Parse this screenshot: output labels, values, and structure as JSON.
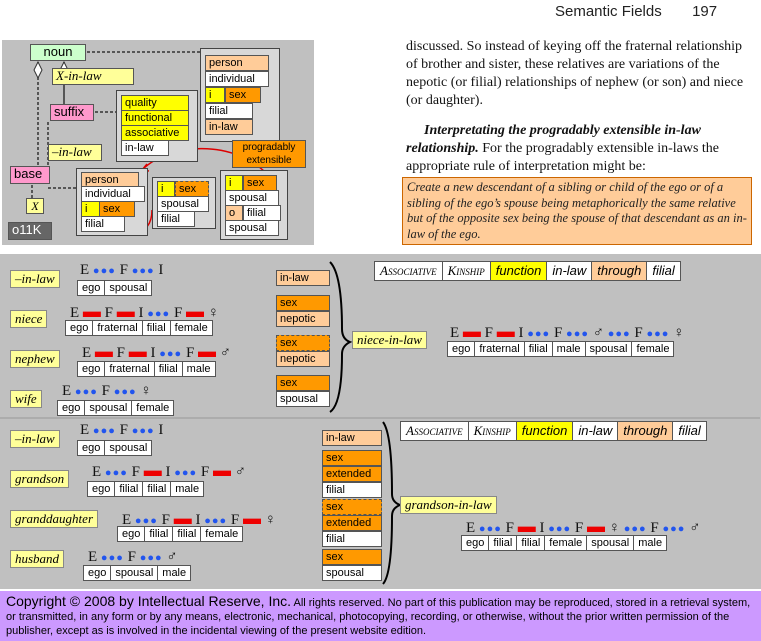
{
  "header": {
    "title": "Semantic Fields",
    "page": "197"
  },
  "diagram": {
    "noun": "noun",
    "x_in_law": "X-in-law",
    "suffix": "suffix",
    "in_law_tag": "–in-law",
    "base": "base",
    "x": "X",
    "code": "o11K",
    "person_box": [
      "person",
      "individual",
      "i",
      "sex",
      "filial",
      "in-law"
    ],
    "quality_box": [
      "quality",
      "functional",
      "associative",
      "in-law"
    ],
    "base_box": [
      "person",
      "individual",
      "i",
      "sex",
      "filial"
    ],
    "prog_label": "progradably extensible",
    "mid_box": [
      "i",
      "sex",
      "spousal",
      "filial"
    ],
    "right_box": [
      "i",
      "sex",
      "spousal",
      "o",
      "filial",
      "spousal"
    ]
  },
  "text": {
    "para1": "discussed.  So instead of keying off the fraternal relationship of brother and sister, these relatives are variations of the nepotic (or filial) relationships of nephew (or son) and niece (or daughter).",
    "heading": "Interpretating the progradably extensible in-law relationship.",
    "para2": "For the progradably extensible in-laws the appropriate rule of interpretation might be:",
    "rule": "Create a new descendant of a sibling or child of the ego or of a sibling of the ego’s spouse being metaphorically the same relative but of the opposite sex being the spouse of that descendant as an in-law of the ego."
  },
  "section1": {
    "rows": [
      {
        "tag": "–in-law",
        "formula": "E ●●● F ●●● I",
        "cells": [
          "ego",
          "spousal"
        ],
        "labels": [
          "in-law"
        ]
      },
      {
        "tag": "niece",
        "formula": "E ▬ F ▬ I ●●● F ▬ ♀",
        "cells": [
          "ego",
          "fraternal",
          "filial",
          "female"
        ],
        "labels": [
          "sex",
          "nepotic"
        ]
      },
      {
        "tag": "nephew",
        "formula": "E ▬ F ▬ I ●●● F ▬ ♂",
        "cells": [
          "ego",
          "fraternal",
          "filial",
          "male"
        ],
        "labels": [
          "sex",
          "nepotic"
        ]
      },
      {
        "tag": "wife",
        "formula": "E ●●● F ●●● ♀",
        "cells": [
          "ego",
          "spousal",
          "female"
        ],
        "labels": [
          "sex",
          "spousal"
        ]
      }
    ],
    "result_tag": "niece-in-law",
    "result_formula": "E ▬ F ▬ I ●●● F ●●● ♂ ●●● F ●●● ♀",
    "result_cells": [
      "ego",
      "fraternal",
      "filial",
      "male",
      "spousal",
      "female"
    ],
    "header": [
      "Associative",
      "Kinship",
      "function",
      "in-law",
      "through",
      "filial"
    ]
  },
  "section2": {
    "rows": [
      {
        "tag": "–in-law",
        "formula": "E ●●● F ●●● I",
        "cells": [
          "ego",
          "spousal"
        ],
        "labels": [
          "in-law"
        ]
      },
      {
        "tag": "grandson",
        "formula": "E ●●● F ▬ I ●●● F ▬ ♂",
        "cells": [
          "ego",
          "filial",
          "filial",
          "male"
        ],
        "labels": [
          "sex",
          "extended",
          "filial"
        ]
      },
      {
        "tag": "granddaughter",
        "formula": "E ●●● F ▬ I ●●● F ▬ ♀",
        "cells": [
          "ego",
          "filial",
          "filial",
          "female"
        ],
        "labels": [
          "sex",
          "extended",
          "filial"
        ]
      },
      {
        "tag": "husband",
        "formula": "E ●●● F ●●● ♂",
        "cells": [
          "ego",
          "spousal",
          "male"
        ],
        "labels": [
          "sex",
          "spousal"
        ]
      }
    ],
    "result_tag": "grandson-in-law",
    "result_formula": "E ●●● F ▬ I ●●● F ▬ ♀ ●●● F ●●● ♂",
    "result_cells": [
      "ego",
      "filial",
      "filial",
      "female",
      "spousal",
      "male"
    ],
    "header": [
      "Associative",
      "Kinship",
      "function",
      "in-law",
      "through",
      "filial"
    ]
  },
  "footer": {
    "copyright": "Copyright © 2008 by Intellectual Reserve, Inc.",
    "rights": "All rights reserved.  No part of this publication may be reproduced, stored in a retrieval system, or transmitted, in any form or by any means, electronic, mechanical, photocopying, recording, or otherwise, without the prior written permission of the publisher, except as is involved in the incidental viewing of the present website edition."
  }
}
